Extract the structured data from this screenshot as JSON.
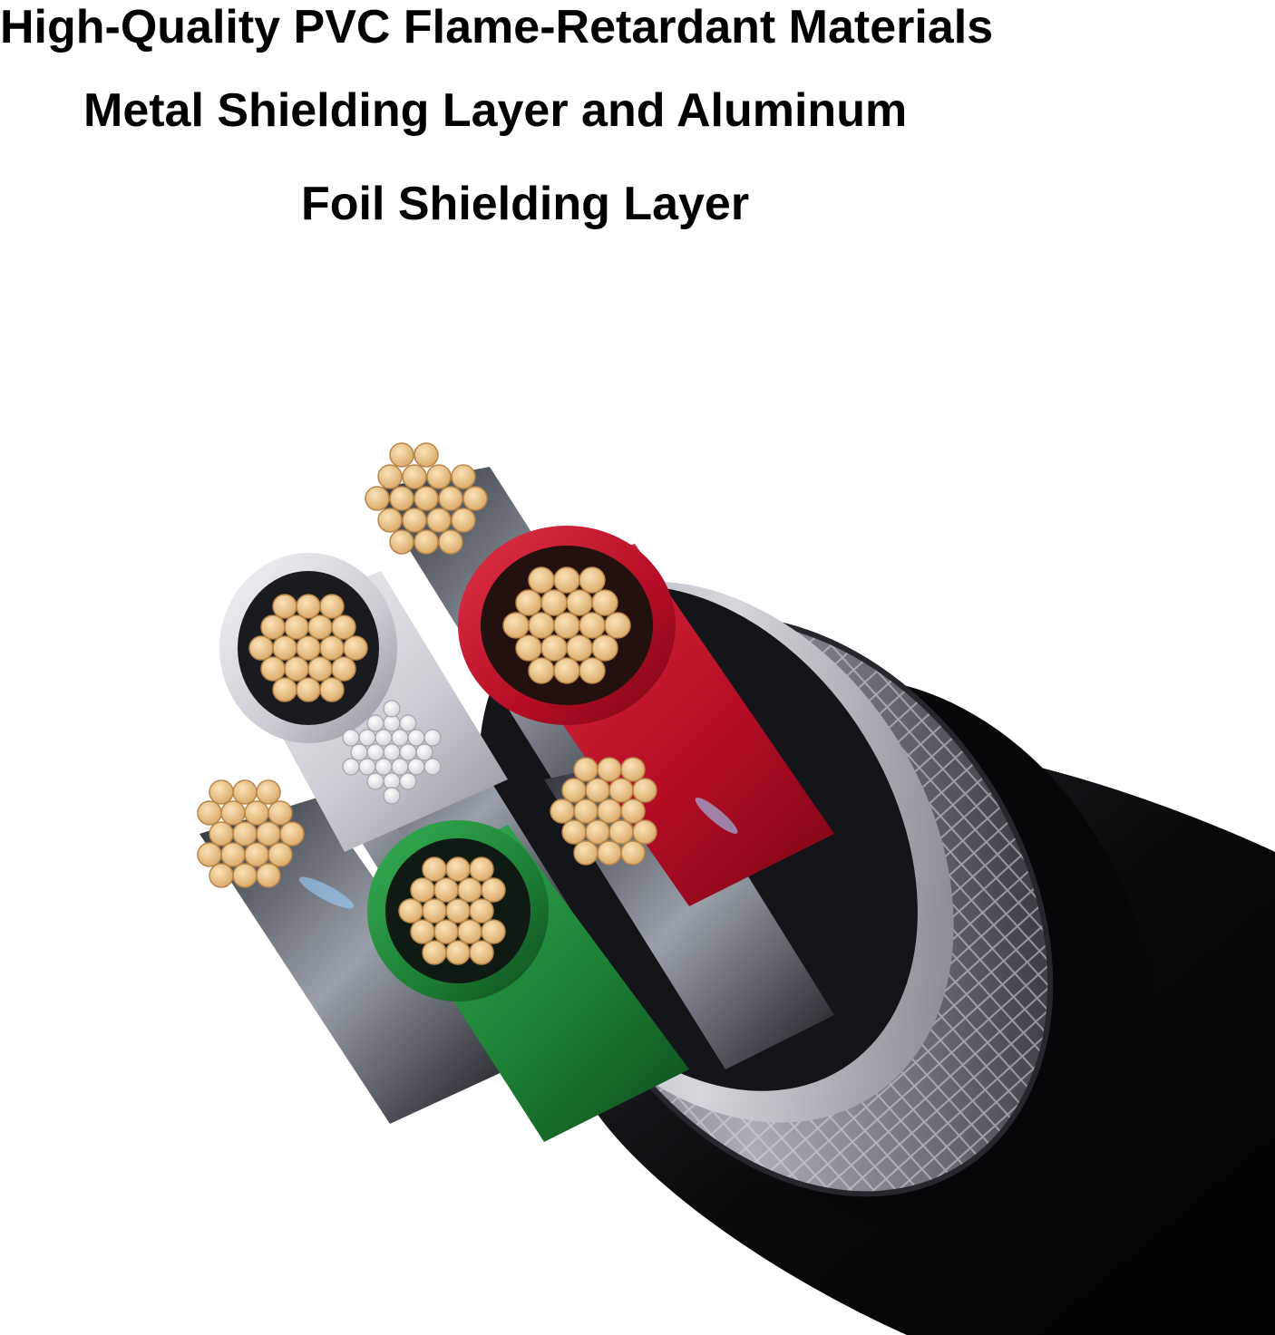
{
  "caption": {
    "line1": "High-Quality PVC Flame-Retardant Materials",
    "line2": "Metal Shielding Layer and Aluminum",
    "line3": "Foil Shielding Layer"
  },
  "colors": {
    "text": "#000000",
    "background": "#ffffff",
    "jacket": "#0b0b0d",
    "braid": "#8a8f98",
    "foil": "#b9bcc2",
    "red_insulation": "#c8102e",
    "green_insulation": "#1f8a3a",
    "white_insulation": "#e2e4e8",
    "copper_strand": "#e8c48e",
    "tinned_strand": "#f2f2f2"
  },
  "illustration": {
    "subject": "cable-cross-section-icon"
  }
}
